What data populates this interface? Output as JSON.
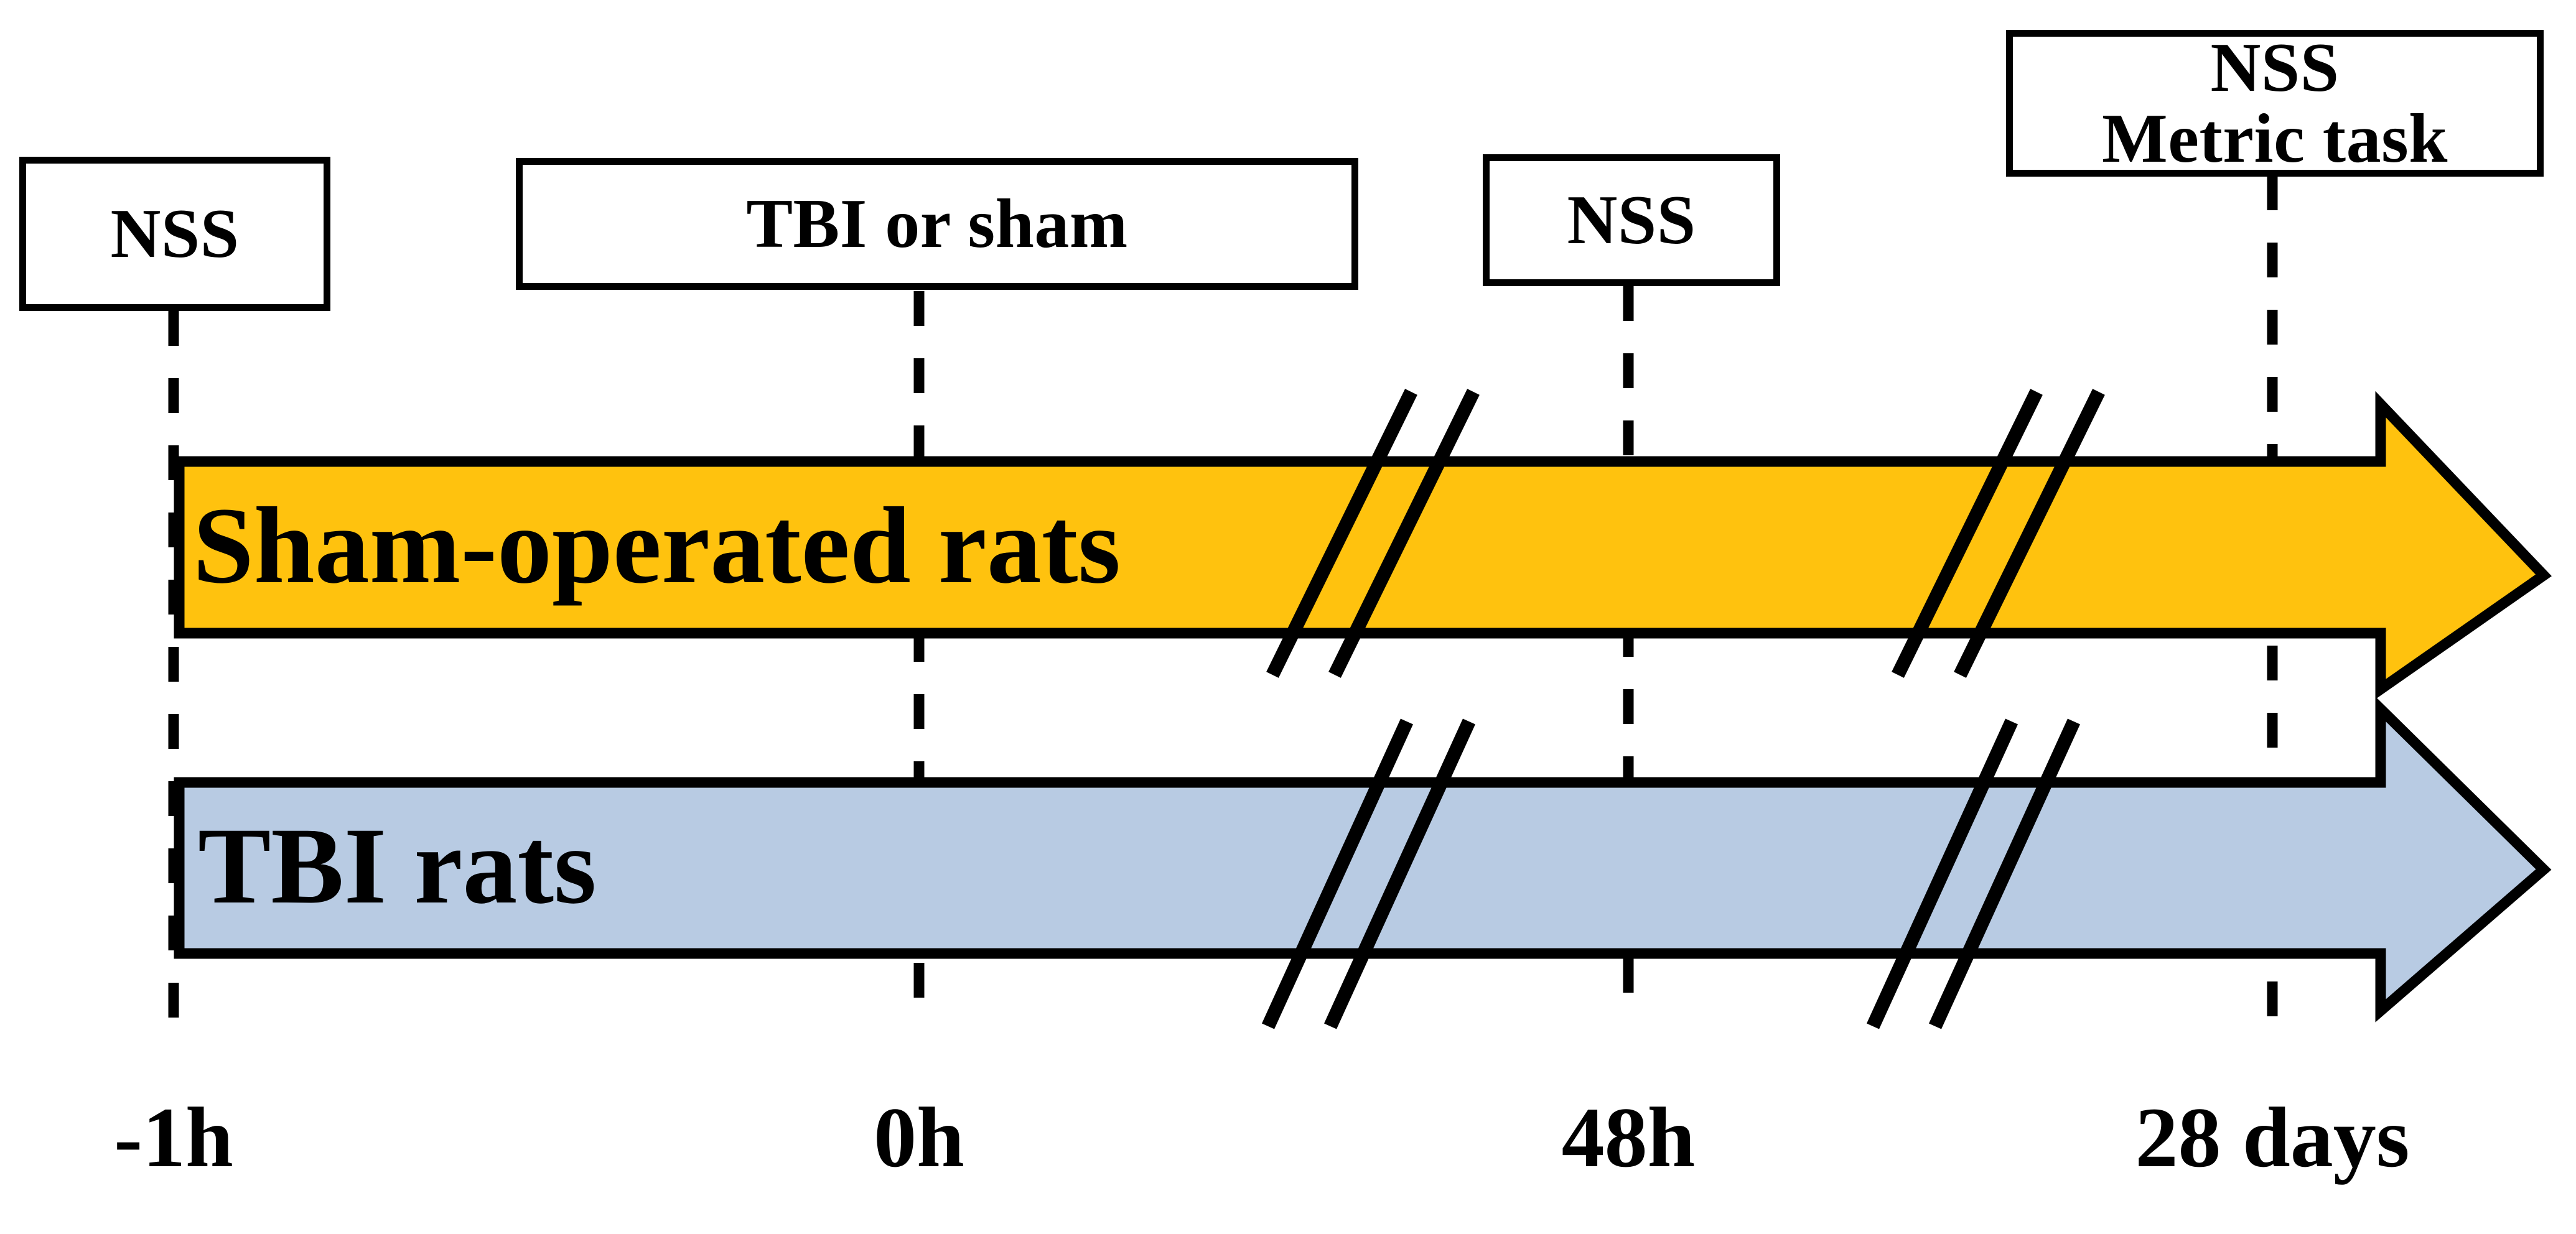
{
  "figure": {
    "type": "experimental-timeline",
    "title": "",
    "description": "Experimental timeline for sham-operated rats and TBI rats"
  },
  "colors": {
    "sham_fill": "#FFC20E",
    "tbi_fill": "#B8CBE3",
    "stroke": "#000000",
    "background": "#FFFFFF"
  },
  "event_boxes": [
    {
      "id": "nss-baseline",
      "lines": [
        "NSS"
      ],
      "line1": "NSS",
      "line2": "",
      "timepoint": "-1h"
    },
    {
      "id": "tbi-or-sham",
      "lines": [
        "TBI or sham"
      ],
      "line1": "TBI or sham",
      "line2": "",
      "timepoint": "0h"
    },
    {
      "id": "nss-48h",
      "lines": [
        "NSS"
      ],
      "line1": "NSS",
      "line2": "",
      "timepoint": "48h"
    },
    {
      "id": "nss-metric-28d",
      "lines": [
        "NSS",
        "Metric task"
      ],
      "line1": "NSS",
      "line2": "Metric task",
      "timepoint": "28 days"
    }
  ],
  "groups": [
    {
      "id": "sham",
      "label": "Sham-operated rats",
      "color": "#FFC20E"
    },
    {
      "id": "tbi",
      "label": "TBI rats",
      "color": "#B8CBE3"
    }
  ],
  "timeline_axis": {
    "ticks": [
      {
        "label": "-1h",
        "x_frac": 0.067
      },
      {
        "label": "0h",
        "x_frac": 0.353
      },
      {
        "label": "48h",
        "x_frac": 0.632
      },
      {
        "label": "28 days",
        "x_frac": 0.882
      }
    ],
    "break_marks_count": 4,
    "break_mark_note": "axis-break double-slash symbols"
  }
}
